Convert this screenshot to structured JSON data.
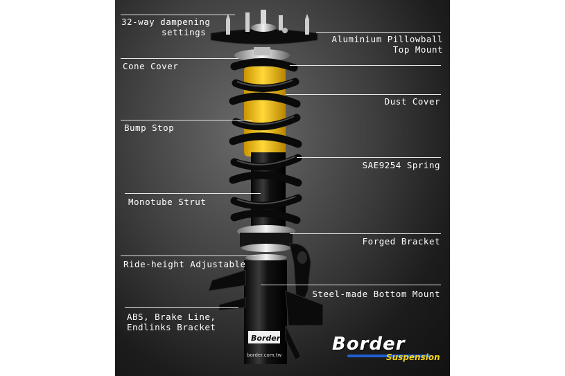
{
  "labels": {
    "dampening_line1": "32-way dampening",
    "dampening_line2": "settings",
    "top_mount_line1": "Aluminium Pillowball",
    "top_mount_line2": "Top Mount",
    "cone_cover": "Cone Cover",
    "dust_cover": "Dust Cover",
    "bump_stop": "Bump Stop",
    "spring": "SAE9254 Spring",
    "strut": "Monotube Strut",
    "forged_bracket": "Forged Bracket",
    "ride_height": "Ride-height Adjustable",
    "bottom_mount": "Steel-made Bottom Mount",
    "brake_line1": "ABS, Brake Line,",
    "brake_line2": "Endlinks Bracket"
  },
  "body_text": {
    "brand_on_tube": "Border",
    "url_on_tube": "border.com.tw"
  },
  "logo": {
    "brand": "Border",
    "sub": "Suspension"
  },
  "colors": {
    "spring_yellow": "#f5c518",
    "swoosh_blue": "#1f5fd1",
    "sub_yellow": "#f6d21a"
  }
}
